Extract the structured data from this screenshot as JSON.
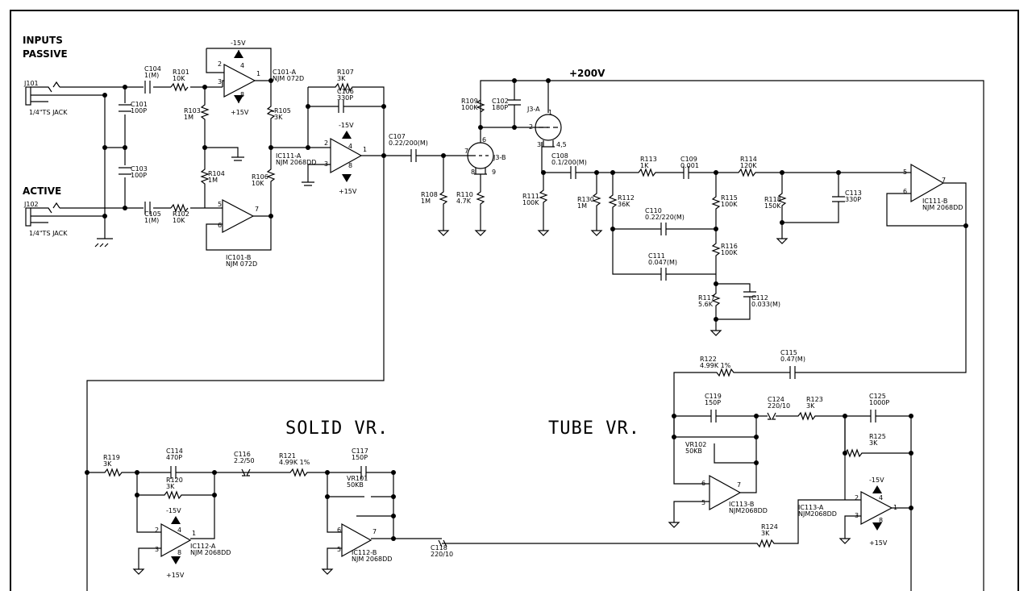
{
  "headings": {
    "inputs_passive": [
      "INPUTS",
      "PASSIVE"
    ],
    "active": "ACTIVE",
    "supply": "+200V",
    "solid": "SOLID VR.",
    "tube": "TUBE VR."
  },
  "jacks": [
    {
      "ref": "J101",
      "desc": "1/4\"TS JACK"
    },
    {
      "ref": "J102",
      "desc": "1/4\"TS JACK"
    }
  ],
  "parts": [
    {
      "id": "C104",
      "lines": [
        "C104",
        "1(M)"
      ]
    },
    {
      "id": "R101",
      "lines": [
        "R101",
        "10K"
      ]
    },
    {
      "id": "C101",
      "lines": [
        "C101",
        "100P"
      ]
    },
    {
      "id": "C103",
      "lines": [
        "C103",
        "100P"
      ]
    },
    {
      "id": "C105",
      "lines": [
        "C105",
        "1(M)"
      ]
    },
    {
      "id": "R102",
      "lines": [
        "R102",
        "10K"
      ]
    },
    {
      "id": "R103",
      "lines": [
        "R103",
        "1M"
      ]
    },
    {
      "id": "R104",
      "lines": [
        "R104",
        "1M"
      ]
    },
    {
      "id": "IC101A",
      "lines": [
        "C101-A",
        "NJM 072D"
      ]
    },
    {
      "id": "IC101B",
      "lines": [
        "IC101-B",
        "NJM 072D"
      ]
    },
    {
      "id": "R105",
      "lines": [
        "R105",
        "3K"
      ]
    },
    {
      "id": "R106",
      "lines": [
        "R106",
        "10K"
      ]
    },
    {
      "id": "R107",
      "lines": [
        "R107",
        "3K"
      ]
    },
    {
      "id": "C106",
      "lines": [
        "C106",
        "330P"
      ]
    },
    {
      "id": "IC111A",
      "lines": [
        "IC111-A",
        "NJM 2068DD"
      ]
    },
    {
      "id": "C107",
      "lines": [
        "C107",
        "0.22/200(M)"
      ]
    },
    {
      "id": "R108",
      "lines": [
        "R108",
        "1M"
      ]
    },
    {
      "id": "R110",
      "lines": [
        "R110",
        "4.7K"
      ]
    },
    {
      "id": "J3B",
      "lines": [
        "J3-B"
      ]
    },
    {
      "id": "R109",
      "lines": [
        "R109",
        "100K"
      ]
    },
    {
      "id": "C102",
      "lines": [
        "C102",
        "180P"
      ]
    },
    {
      "id": "J3A",
      "lines": [
        "J3-A"
      ]
    },
    {
      "id": "C108",
      "lines": [
        "C108",
        "0.1/200(M)"
      ]
    },
    {
      "id": "R111",
      "lines": [
        "R111",
        "100K"
      ]
    },
    {
      "id": "R130",
      "lines": [
        "R130",
        "1M"
      ]
    },
    {
      "id": "R112",
      "lines": [
        "R112",
        "36K"
      ]
    },
    {
      "id": "R113",
      "lines": [
        "R113",
        "1K"
      ]
    },
    {
      "id": "C109",
      "lines": [
        "C109",
        "0.001"
      ]
    },
    {
      "id": "C110",
      "lines": [
        "C110",
        "0.22/220(M)"
      ]
    },
    {
      "id": "R115",
      "lines": [
        "R115",
        "100K"
      ]
    },
    {
      "id": "C111",
      "lines": [
        "C111",
        "0.047(M)"
      ]
    },
    {
      "id": "R116",
      "lines": [
        "R116",
        "100K"
      ]
    },
    {
      "id": "R117",
      "lines": [
        "R117",
        "5.6K"
      ]
    },
    {
      "id": "C112",
      "lines": [
        "C112",
        "0.033(M)"
      ]
    },
    {
      "id": "R114",
      "lines": [
        "R114",
        "120K"
      ]
    },
    {
      "id": "R118",
      "lines": [
        "R118",
        "150K"
      ]
    },
    {
      "id": "C113",
      "lines": [
        "C113",
        "330P"
      ]
    },
    {
      "id": "IC111B",
      "lines": [
        "IC111-B",
        "NJM 2068DD"
      ]
    },
    {
      "id": "R122",
      "lines": [
        "R122",
        "4.99K 1%"
      ]
    },
    {
      "id": "C115",
      "lines": [
        "C115",
        "0.47(M)"
      ]
    },
    {
      "id": "C119",
      "lines": [
        "C119",
        "150P"
      ]
    },
    {
      "id": "C124",
      "lines": [
        "C124",
        "220/10"
      ]
    },
    {
      "id": "R123",
      "lines": [
        "R123",
        "3K"
      ]
    },
    {
      "id": "C125",
      "lines": [
        "C125",
        "1000P"
      ]
    },
    {
      "id": "VR102",
      "lines": [
        "VR102",
        "50KB"
      ]
    },
    {
      "id": "R125",
      "lines": [
        "R125",
        "3K"
      ]
    },
    {
      "id": "IC113B",
      "lines": [
        "IC113-B",
        "NJM2068DD"
      ]
    },
    {
      "id": "IC113A",
      "lines": [
        "IC113-A",
        "NJM2068DD"
      ]
    },
    {
      "id": "R124",
      "lines": [
        "R124",
        "3K"
      ]
    },
    {
      "id": "R119",
      "lines": [
        "R119",
        "3K"
      ]
    },
    {
      "id": "C114",
      "lines": [
        "C114",
        "470P"
      ]
    },
    {
      "id": "R120",
      "lines": [
        "R120",
        "3K"
      ]
    },
    {
      "id": "C116",
      "lines": [
        "C116",
        "2.2/50"
      ]
    },
    {
      "id": "R121",
      "lines": [
        "R121",
        "4.99K 1%"
      ]
    },
    {
      "id": "C117",
      "lines": [
        "C117",
        "150P"
      ]
    },
    {
      "id": "VR101",
      "lines": [
        "VR101",
        "50KB"
      ]
    },
    {
      "id": "IC112A",
      "lines": [
        "IC112-A",
        "NJM 2068DD"
      ]
    },
    {
      "id": "IC112B",
      "lines": [
        "IC112-B",
        "NJM 2068DD"
      ]
    },
    {
      "id": "C118",
      "lines": [
        "C118",
        "220/10"
      ]
    }
  ],
  "rails": {
    "neg": "-15V",
    "pos": "+15V"
  },
  "pins": {
    "p1": "1",
    "p2": "2",
    "p3": "3",
    "p4": "4",
    "p5": "5",
    "p6": "6",
    "p7": "7",
    "p8": "8",
    "p9": "9",
    "p45": "4,5"
  }
}
